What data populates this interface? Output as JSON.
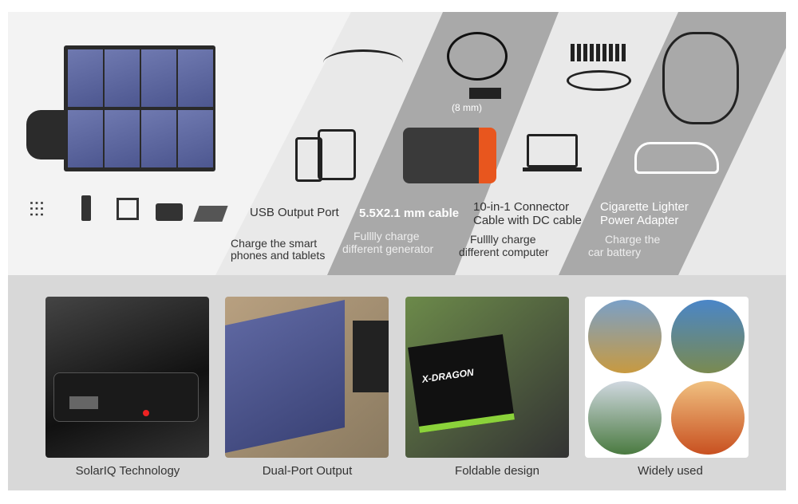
{
  "features": [
    {
      "title": "USB Output Port",
      "desc_line1": "Charge the smart",
      "desc_line2": "phones  and tablets"
    },
    {
      "title": "5.5X2.1 mm cable",
      "desc_line1": "Fulllly charge",
      "desc_line2": "different  generator",
      "note": "(8 mm)"
    },
    {
      "title_line1": "10-in-1 Connector",
      "title_line2": "Cable with DC cable",
      "desc_line1": "Fulllly charge",
      "desc_line2": "different computer"
    },
    {
      "title_line1": "Cigarette Lighter",
      "title_line2": "Power Adapter",
      "desc_line1": "Charge the",
      "desc_line2": "car battery"
    }
  ],
  "photos": [
    {
      "caption": "SolarIQ Technology"
    },
    {
      "caption": "Dual-Port Output"
    },
    {
      "caption": "Foldable design",
      "brand": "X-DRAGON"
    },
    {
      "caption": "Widely used"
    }
  ],
  "icons": [
    "usb-cables-icon",
    "battery-icon",
    "chip-icon",
    "bag-icon",
    "solar-panel-icon"
  ],
  "colors": {
    "panel_light": "#e6e6e6",
    "stripe_dark": "#a9a9a9",
    "bottom_panel": "#d8d8d8",
    "solar_cell": "#5a64a0",
    "generator_orange": "#e8561e"
  }
}
